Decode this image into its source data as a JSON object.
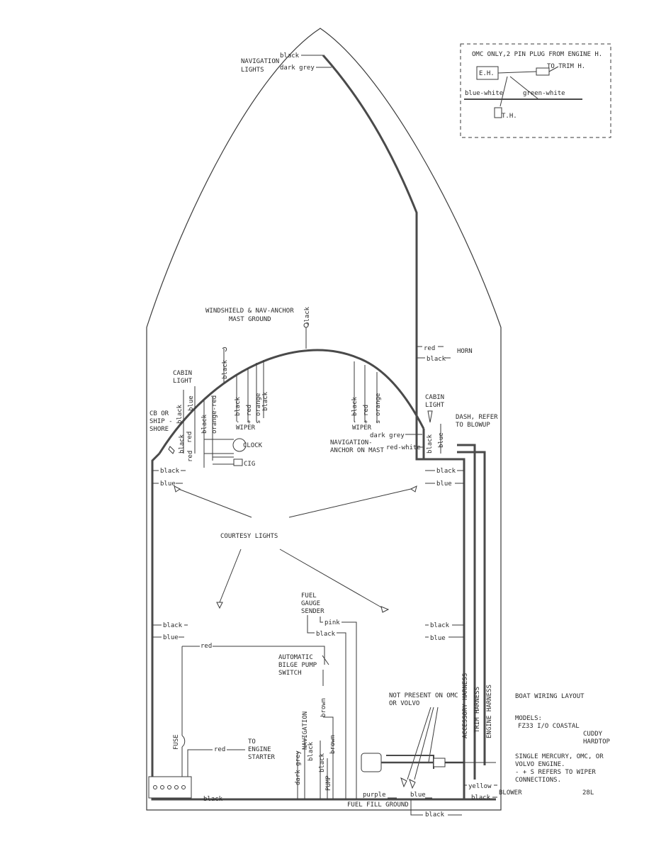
{
  "inset": {
    "title1": "OMC ONLY,2 PIN PLUG FROM ENGINE H.",
    "title2": "TO TRIM H.",
    "eh": "E.H.",
    "th": "T.H.",
    "blue_white": "blue-white",
    "green_white": "green-white"
  },
  "bow": {
    "nav_lights_1": "NAVIGATION",
    "nav_lights_2": "LIGHTS",
    "black": "black",
    "dark_grey": "dark grey"
  },
  "mast": {
    "line1": "WINDSHIELD & NAV-ANCHOR",
    "line2": "MAST GROUND",
    "black": "black"
  },
  "horn": {
    "red": "red",
    "black": "black",
    "label": "HORN"
  },
  "cabin_left": {
    "label1": "CABIN",
    "label2": "LIGHT",
    "black1": "black",
    "blue": "blue",
    "black_top": "black",
    "orange_red": "orange-red",
    "black2": "black"
  },
  "cb": {
    "line1": "CB OR",
    "line2": "SHIP -",
    "line3": "SHORE",
    "black": "black",
    "red1": "red",
    "red2": "red"
  },
  "clock": {
    "clock": "CLOCK",
    "cig": "CIG"
  },
  "wiper_left": {
    "w1": "- black",
    "w2": "+ red",
    "w3": "s orange",
    "w4": "black",
    "label": "WIPER"
  },
  "wiper_right": {
    "w1": "- black",
    "w2": "+ red",
    "w3": "s orange",
    "label": "WIPER"
  },
  "cabin_right": {
    "label1": "CABIN",
    "label2": "LIGHT",
    "black": "black",
    "blue": "blue",
    "dash1": "DASH, REFER",
    "dash2": "TO BLOWUP"
  },
  "nav_anchor": {
    "line1": "NAVIGATION-",
    "line2": "ANCHOR ON MAST",
    "dark_grey": "dark grey",
    "red_white": "red-white"
  },
  "wires": {
    "black": "black",
    "blue": "blue",
    "red": "red",
    "pink": "pink",
    "brown": "brown",
    "purple": "purple",
    "yellow": "yellow"
  },
  "courtesy": "COURTESY LIGHTS",
  "fuel_gauge": {
    "l1": "FUEL",
    "l2": "GAUGE",
    "l3": "SENDER"
  },
  "bilge": {
    "l1": "AUTOMATIC",
    "l2": "BILGE PUMP",
    "l3": "SWITCH"
  },
  "starter": {
    "fuse": "FUSE",
    "red": "red",
    "to": "TO",
    "engine": "ENGINE",
    "starter": "STARTER"
  },
  "console_wires": {
    "dark_grey": "dark grey",
    "navigation": "NAVIGATION",
    "black1": "black",
    "black2": "black",
    "pump": "PUMP",
    "brown2": "brown"
  },
  "not_present": {
    "l1": "NOT PRESENT ON OMC",
    "l2": "OR VOLVO"
  },
  "harness": {
    "accessory": "ACCESSORY HARNESS",
    "trim": "TRIM HARNESS",
    "engine": "ENGINE HARNESS"
  },
  "blower": "BLOWER",
  "fuel_fill": "FUEL FILL GROUND",
  "notes": {
    "title": "BOAT WIRING LAYOUT",
    "models": "MODELS:",
    "m1": "FZ33 I/O COASTAL",
    "m2": "CUDDY",
    "m3": "HARDTOP",
    "n1": "SINGLE MERCURY, OMC, OR",
    "n2": "VOLVO ENGINE.",
    "n3": "- + S REFERS TO WIPER",
    "n4": "CONNECTIONS.",
    "page": "28L"
  }
}
